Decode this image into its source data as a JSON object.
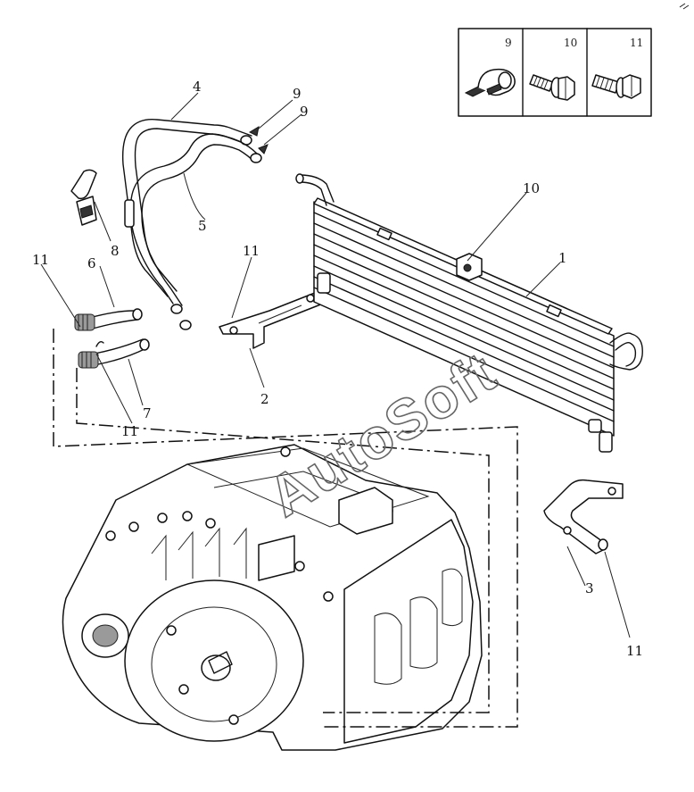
{
  "callouts": {
    "c1": "1",
    "c2": "2",
    "c3": "3",
    "c4": "4",
    "c5": "5",
    "c6": "6",
    "c7": "7",
    "c8": "8",
    "c9a": "9",
    "c9b": "9",
    "c10": "10",
    "c11a": "11",
    "c11b": "11",
    "c11c": "11",
    "c11d": "11"
  },
  "legend": {
    "items": [
      {
        "number": "9",
        "icon": "clamp-icon"
      },
      {
        "number": "10",
        "icon": "flange-bolt-icon"
      },
      {
        "number": "11",
        "icon": "hex-bolt-icon"
      }
    ]
  },
  "watermark": "AutoSoft"
}
